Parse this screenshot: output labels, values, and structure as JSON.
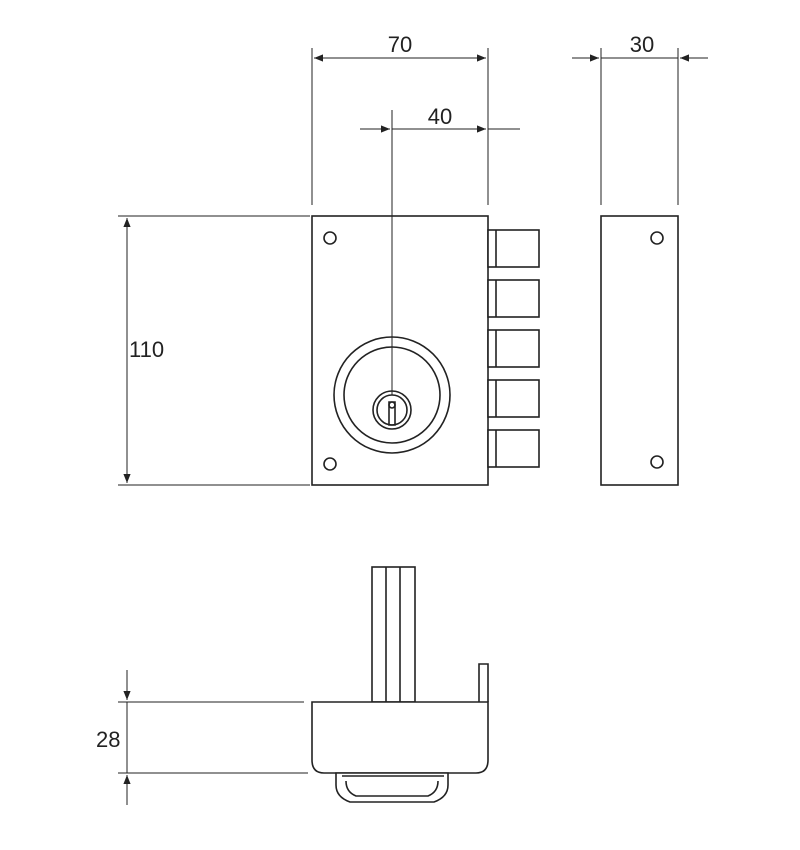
{
  "dimensions": {
    "lock_width": "70",
    "cylinder_offset": "40",
    "plate_width": "30",
    "lock_height": "110",
    "lock_depth": "28"
  },
  "colors": {
    "line": "#222222",
    "background": "#ffffff"
  }
}
